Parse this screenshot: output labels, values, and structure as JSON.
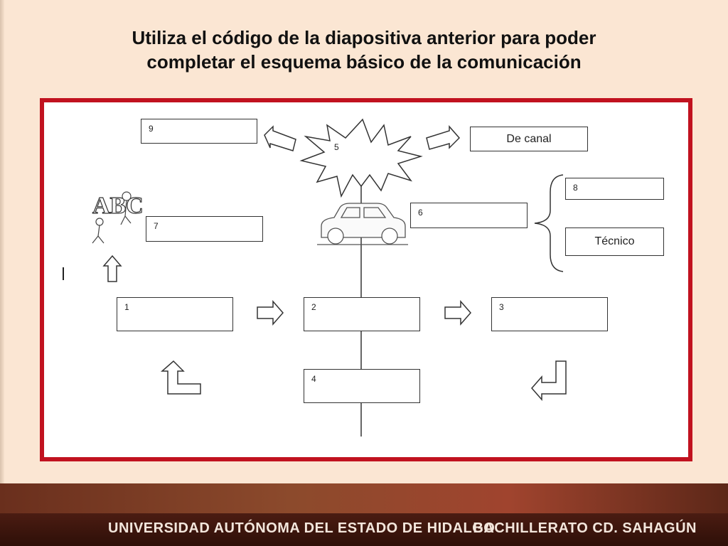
{
  "slide": {
    "title_line1": "Utiliza el código de la diapositiva anterior para poder",
    "title_line2": "completar el esquema básico de la comunicación"
  },
  "boxes": [
    {
      "id": "9",
      "label": ""
    },
    {
      "id": "5",
      "label": ""
    },
    {
      "id": "",
      "label": "De canal"
    },
    {
      "id": "8",
      "label": ""
    },
    {
      "id": "6",
      "label": ""
    },
    {
      "id": "",
      "label": "Técnico"
    },
    {
      "id": "7",
      "label": ""
    },
    {
      "id": "1",
      "label": ""
    },
    {
      "id": "2",
      "label": ""
    },
    {
      "id": "3",
      "label": ""
    },
    {
      "id": "4",
      "label": ""
    }
  ],
  "clipart": {
    "abc_letters": "ABC"
  },
  "footer": {
    "left": "UNIVERSIDAD AUTÓNOMA DEL ESTADO DE HIDALGO",
    "right": "BACHILLERATO CD. SAHAGÚN"
  },
  "colors": {
    "frame_border": "#c1121f",
    "background": "#fbe6d3",
    "footer_bg": "#3a140b",
    "footer_text": "#f3e6dc"
  }
}
